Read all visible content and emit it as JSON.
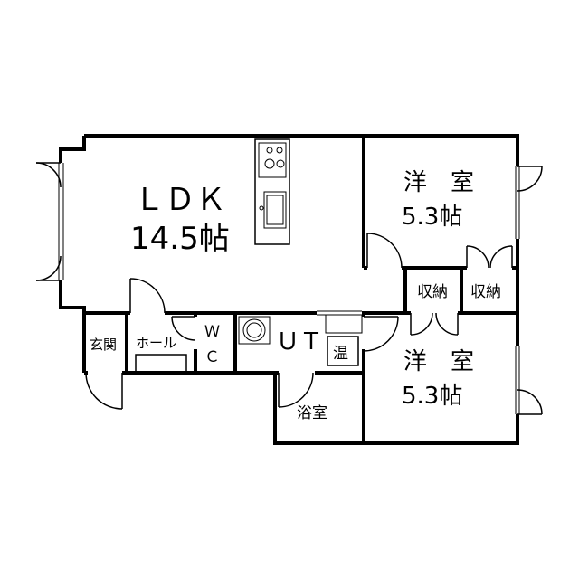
{
  "rooms": {
    "ldk": {
      "name": "ＬＤＫ",
      "size": "14.5帖"
    },
    "western_1": {
      "name": "洋　室",
      "size": "5.3帖"
    },
    "western_2": {
      "name": "洋　室",
      "size": "5.3帖"
    },
    "storage_1": {
      "name": "収納"
    },
    "storage_2": {
      "name": "収納"
    },
    "entrance": {
      "name": "玄関"
    },
    "hall": {
      "name": "ホール"
    },
    "wc": {
      "line1": "Ｗ",
      "line2": "Ｃ"
    },
    "utility": {
      "name": "ＵＴ"
    },
    "water_heater": {
      "name": "温"
    },
    "bath": {
      "name": "浴室"
    }
  }
}
